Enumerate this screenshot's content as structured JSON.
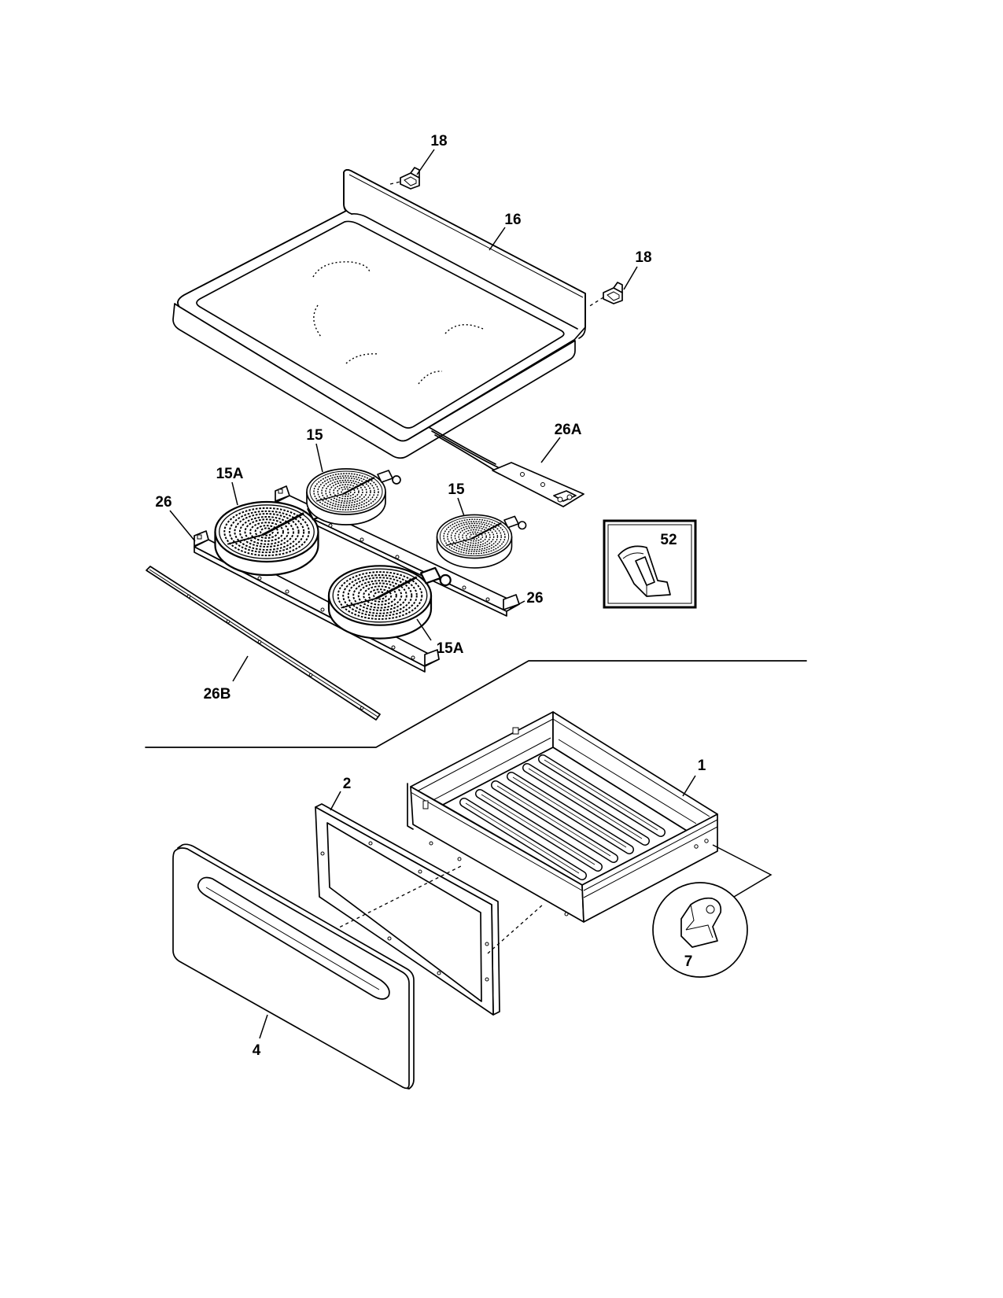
{
  "colors": {
    "line": "#000000",
    "background": "#ffffff"
  },
  "callouts": [
    "18",
    "16",
    "18",
    "15",
    "26A",
    "15A",
    "26",
    "15",
    "52",
    "26",
    "15A",
    "26B",
    "1",
    "2",
    "7",
    "4"
  ]
}
